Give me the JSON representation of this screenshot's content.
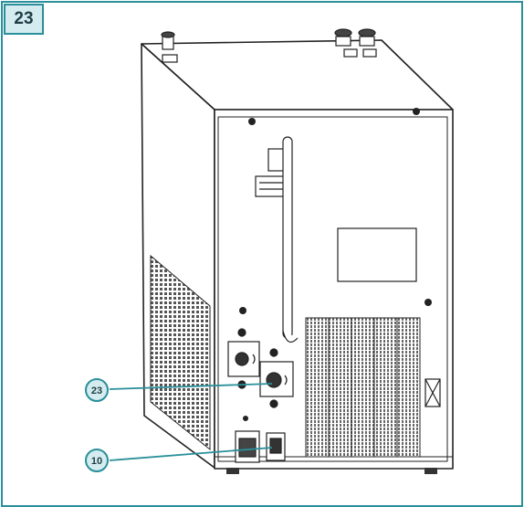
{
  "figure": {
    "number": "23",
    "accent_color": "#2a8f9a",
    "badge_fill": "#d4ecef"
  },
  "callouts": [
    {
      "id": "usb-port",
      "label": "23"
    },
    {
      "id": "power-switch",
      "label": "10"
    }
  ]
}
